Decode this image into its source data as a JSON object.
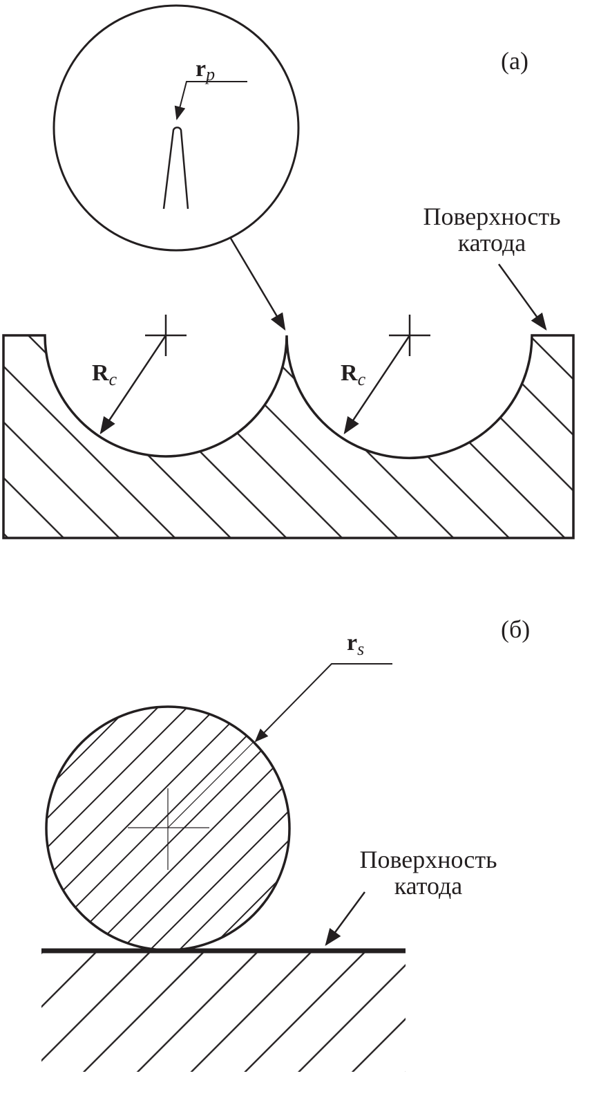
{
  "panel_a": {
    "label": "(а)",
    "probe_radius_symbol": "r",
    "probe_radius_subscript": "p",
    "cavity_radius_symbol": "R",
    "cavity_radius_subscript": "c",
    "surface_label_line1": "Поверхность",
    "surface_label_line2": "катода"
  },
  "panel_b": {
    "label": "(б)",
    "sphere_radius_symbol": "r",
    "sphere_radius_subscript": "s",
    "surface_label_line1": "Поверхность",
    "surface_label_line2": "катода"
  },
  "colors": {
    "ink": "#231f20",
    "background": "#ffffff"
  }
}
